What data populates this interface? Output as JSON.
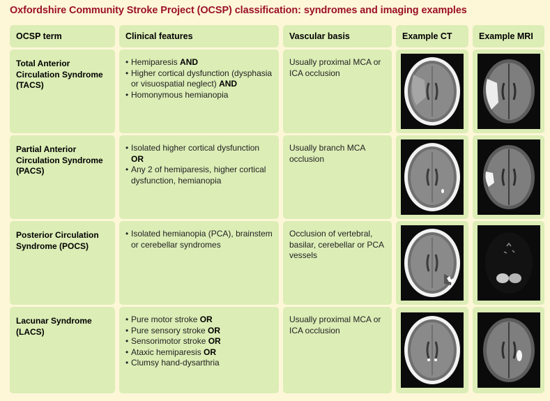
{
  "title": "Oxfordshire Community Stroke Project (OCSP) classification: syndromes and imaging examples",
  "headers": {
    "term": "OCSP term",
    "clinical": "Clinical features",
    "vascular": "Vascular basis",
    "ct": "Example CT",
    "mri": "Example MRI"
  },
  "rows": [
    {
      "term": "Total Anterior Circulation Syndrome (TACS)",
      "features": [
        {
          "text": "Hemiparesis ",
          "bold": "AND"
        },
        {
          "text": "Higher cortical dysfunction (dysphasia or visuospatial neglect) ",
          "bold": "AND"
        },
        {
          "text": "Homonymous hemianopia",
          "bold": ""
        }
      ],
      "vascular": "Usually proximal MCA or ICA occlusion"
    },
    {
      "term": "Partial Anterior Circulation Syndrome (PACS)",
      "features": [
        {
          "text": "Isolated higher cortical dysfunction ",
          "bold": "OR"
        },
        {
          "text": "Any 2 of hemiparesis, higher cortical dysfunction, hemianopia",
          "bold": ""
        }
      ],
      "vascular": "Usually branch MCA occlusion"
    },
    {
      "term": "Posterior Circulation Syndrome (POCS)",
      "features": [
        {
          "text": "Isolated hemianopia (PCA), brainstem or cerebellar syndromes",
          "bold": ""
        }
      ],
      "vascular": "Occlusion of vertebral, basilar, cerebellar or PCA vessels"
    },
    {
      "term": "Lacunar Syndrome (LACS)",
      "features": [
        {
          "text": "Pure motor stroke ",
          "bold": "OR"
        },
        {
          "text": "Pure sensory stroke ",
          "bold": "OR"
        },
        {
          "text": "Sensorimotor stroke ",
          "bold": "OR"
        },
        {
          "text": "Ataxic hemiparesis ",
          "bold": "OR"
        },
        {
          "text": "Clumsy hand-dysarthria",
          "bold": ""
        }
      ],
      "vascular": "Usually proximal MCA or ICA occlusion"
    }
  ],
  "colors": {
    "title": "#9c1128",
    "cell": "#dcedb6",
    "background": "#fdf7d8"
  }
}
